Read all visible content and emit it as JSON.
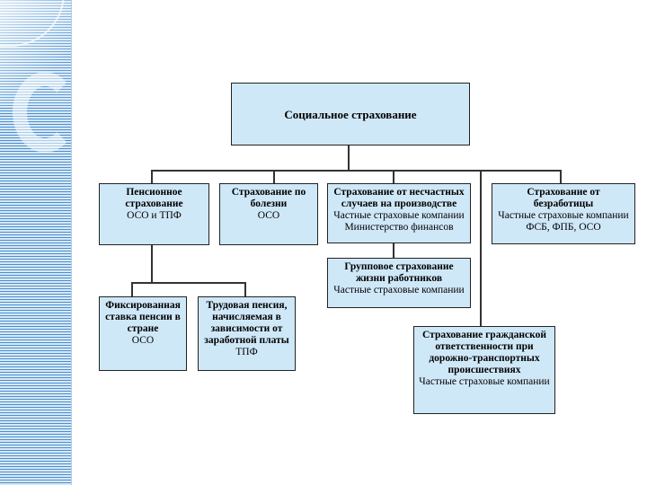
{
  "root": {
    "title": "Социальное страхование"
  },
  "nodes": {
    "pension": {
      "title": "Пенсионное страхование",
      "sub": [
        "ОСО и ТПФ"
      ]
    },
    "sickness": {
      "title": "Страхование по болезни",
      "sub": [
        "ОСО"
      ]
    },
    "accident": {
      "title": "Страхование от несчастных случаев на производстве",
      "sub": [
        "Частные страховые компании",
        "Министерство финансов"
      ]
    },
    "unemployment": {
      "title": "Страхование от безработицы",
      "sub": [
        "Частные страховые компании",
        "ФСБ, ФПБ, ОСО"
      ]
    },
    "fixed_pension": {
      "title": "Фиксированная ставка пенсии в стране",
      "sub": [
        "ОСО"
      ]
    },
    "labor_pension": {
      "title": "Трудовая пенсия, начисляемая в зависимости от заработной платы",
      "sub": [
        "ТПФ"
      ]
    },
    "group_life": {
      "title": "Групповое страхование жизни работников",
      "sub": [
        "Частные страховые компании"
      ]
    },
    "civil_liability": {
      "title": "Страхование гражданской ответственности при дорожно-транспортных происшествиях",
      "sub": [
        "Частные страховые компании"
      ]
    }
  }
}
